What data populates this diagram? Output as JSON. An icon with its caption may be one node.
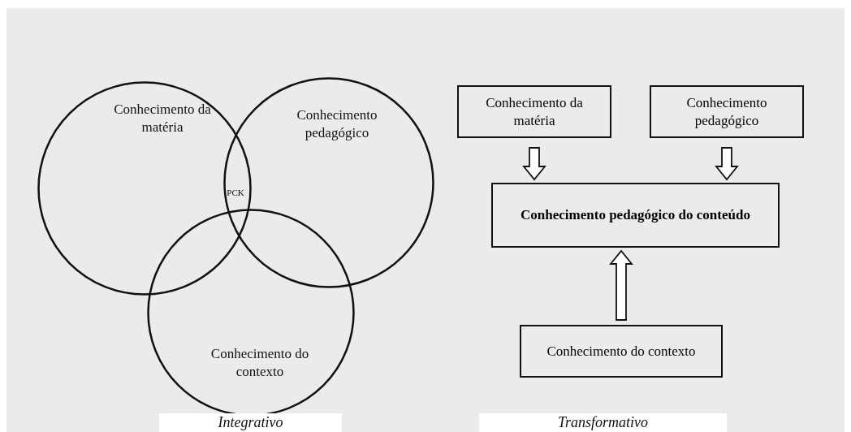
{
  "diagram": {
    "nodes": [
      {
        "text": [
          "Conhecimento da matéria"
        ]
      },
      {
        "text": [
          "Conhecimento pedagógico"
        ]
      },
      {
        "text": [
          "Conhecimento do contexto"
        ]
      },
      {
        "text": [
          "Conhecimento da matéria"
        ]
      },
      {
        "text": [
          "Conhecimento pedagógico"
        ]
      },
      {
        "text": [
          "Conhecimento pedagógico do conteúdo"
        ]
      },
      {
        "text": [
          "Conhecimento do contexto"
        ]
      }
    ],
    "edges": [
      {
        "from": 3,
        "to": 5,
        "arrow": "to"
      },
      {
        "from": 4,
        "to": 5,
        "arrow": "to"
      },
      {
        "from": 6,
        "to": 5,
        "arrow": "to"
      }
    ],
    "labels": [
      "PCK",
      "Integrativo",
      "Transformativo"
    ]
  }
}
